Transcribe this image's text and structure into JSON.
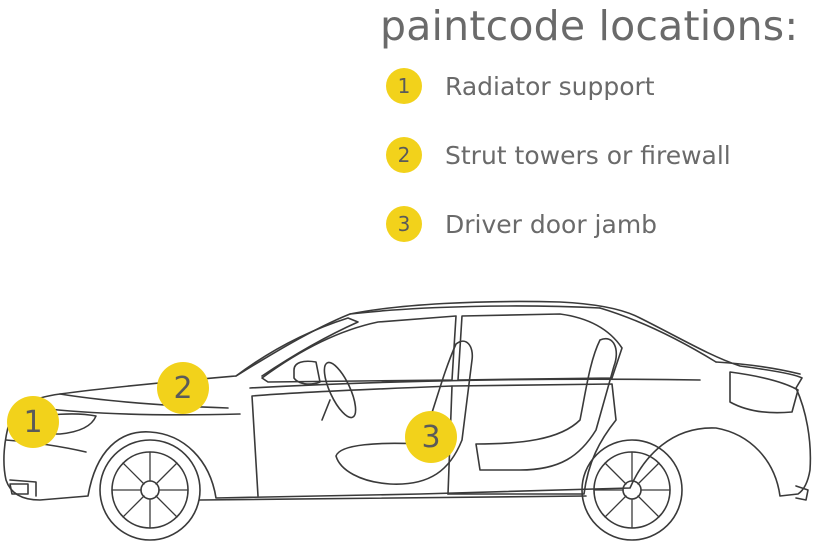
{
  "title": "paintcode locations:",
  "accent_color": "#f2d21b",
  "legend": [
    {
      "number": "1",
      "label": "Radiator support"
    },
    {
      "number": "2",
      "label": "Strut towers or firewall"
    },
    {
      "number": "3",
      "label": "Driver door jamb"
    }
  ],
  "markers": [
    {
      "number": "1",
      "location": "Radiator support"
    },
    {
      "number": "2",
      "location": "Strut towers or firewall"
    },
    {
      "number": "3",
      "location": "Driver door jamb"
    }
  ]
}
